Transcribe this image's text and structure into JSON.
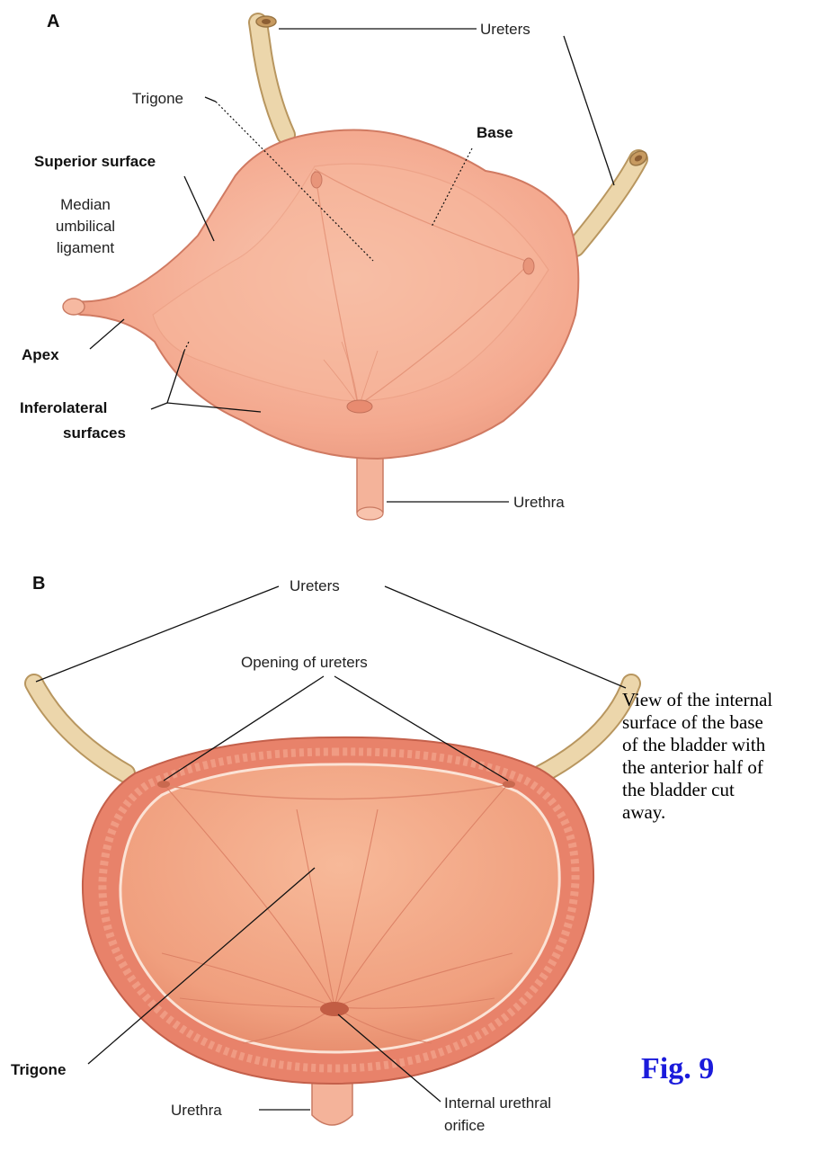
{
  "panel_a": {
    "letter": "A",
    "labels": {
      "ureters": "Ureters",
      "trigone": "Trigone",
      "base": "Base",
      "superior_surface": "Superior surface",
      "median_umbilical_ligament": [
        "Median",
        "umbilical",
        "ligament"
      ],
      "apex": "Apex",
      "inferolateral_surfaces": [
        "Inferolateral",
        "surfaces"
      ],
      "urethra": "Urethra"
    }
  },
  "panel_b": {
    "letter": "B",
    "labels": {
      "ureters": "Ureters",
      "opening_of_ureters": "Opening of ureters",
      "trigone": "Trigone",
      "urethra": "Urethra",
      "internal_urethral_orifice": [
        "Internal urethral",
        "orifice"
      ]
    }
  },
  "caption": "View of the internal\nsurface of the base\nof the bladder with\nthe anterior half of\nthe bladder cut\naway.",
  "figure_number": "Fig. 9",
  "colors": {
    "bladder": "#f4a98e",
    "bladder_light": "#f8c4ad",
    "ureter": "#ead2a6",
    "figure_number": "#1b1bdb"
  }
}
